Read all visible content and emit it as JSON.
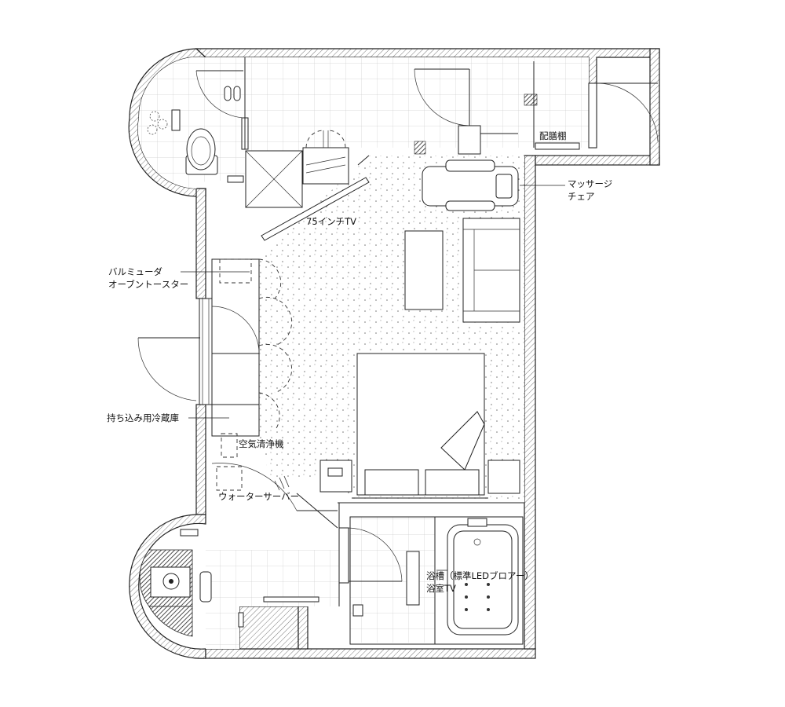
{
  "labels": {
    "haizendana": "配膳棚",
    "massage_line1": "マッサージ",
    "massage_line2": "チェア",
    "tv75": "75インチTV",
    "balmuda_line1": "バルミューダ",
    "balmuda_line2": "オーブントースター",
    "fridge": "持ち込み用冷蔵庫",
    "air_purifier": "空気清浄機",
    "water_server": "ウォーターサーバー",
    "bathtub_line1": "浴槽（標準LEDブロアー）",
    "bathtub_line2": "浴室TV"
  }
}
